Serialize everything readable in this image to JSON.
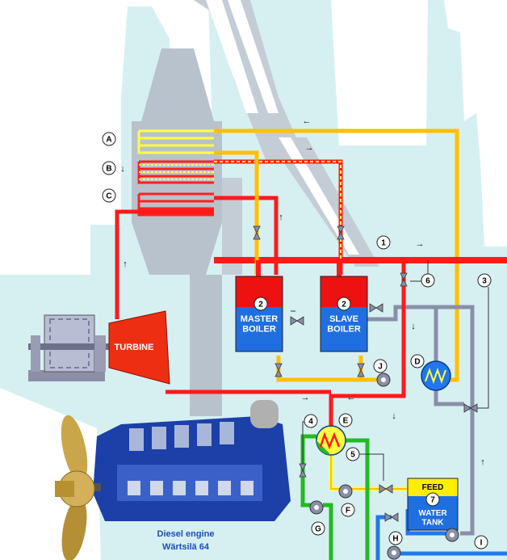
{
  "colors": {
    "background": "#d6f0f2",
    "structure": "#ffffff",
    "steam_red": "#ff1a1a",
    "steam_dark": "#c00000",
    "hot_water": "#ffc000",
    "yellow_light": "#ffff40",
    "gray_pipe": "#8a8fa8",
    "cooling_green": "#22bb22",
    "water_blue": "#2277ee",
    "boiler_red": "#ee1111",
    "boiler_blue": "#1f6fe0",
    "engine_blue": "#1c3fa8",
    "propeller_gold": "#c9a64a",
    "turbine_red": "#ee2e12",
    "tank_yellow": "#ffee00"
  },
  "components": {
    "master_boiler": "MASTER\nBOILER",
    "slave_boiler": "SLAVE\nBOILER",
    "turbine": "TURBINE",
    "feed_water_tank_top": "FEED",
    "feed_water_tank_bottom": "WATER\nTANK",
    "engine_caption_line1": "Diesel engine",
    "engine_caption_line2": "Wärtsilä 64"
  },
  "letter_markers": [
    "A",
    "B",
    "C",
    "D",
    "E",
    "F",
    "G",
    "H",
    "I",
    "J"
  ],
  "number_markers": [
    "1",
    "2",
    "2",
    "3",
    "4",
    "5",
    "6",
    "7"
  ],
  "flow_arrows": [
    "←",
    "→",
    "↓",
    "↑",
    "→",
    "↓",
    "↑",
    "→",
    "←",
    "↓",
    "↑"
  ]
}
